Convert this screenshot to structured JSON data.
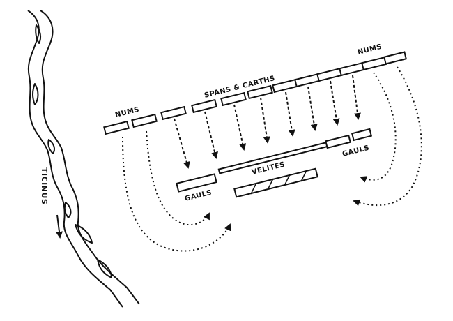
{
  "map": {
    "labels": {
      "numidians_left": "NUMS",
      "numidians_right": "NUMS",
      "main_line": "SPANS & CARTHS",
      "velites": "VELITES",
      "gauls_left": "GAULS",
      "gauls_right": "GAULS",
      "river": "TICINUS"
    },
    "colors": {
      "ink": "#111111",
      "background": "#ffffff"
    },
    "arrow_styles": {
      "advance": "dashed",
      "envelopment": "dotted"
    }
  }
}
